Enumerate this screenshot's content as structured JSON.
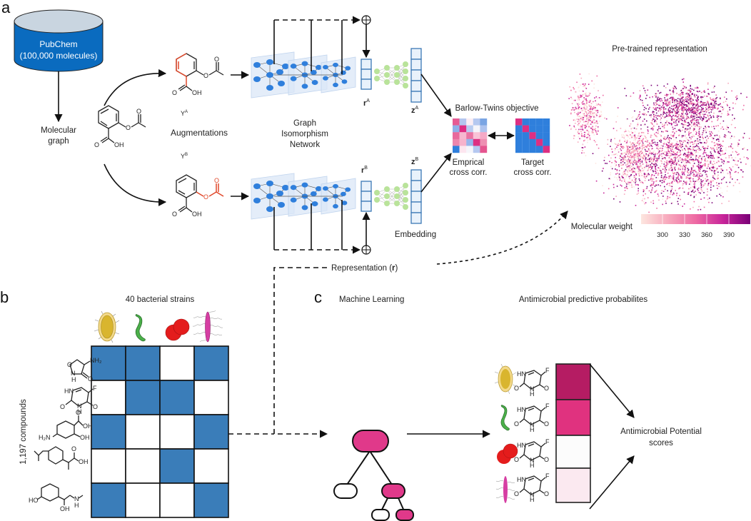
{
  "figure": {
    "panels": {
      "a": "a",
      "b": "b",
      "c": "c"
    }
  },
  "panel_a": {
    "database": {
      "name": "PubChem",
      "subtitle": "(100,000 molecules)",
      "color": "#0a6bbf",
      "top_color": "#c9d5e0"
    },
    "molecular_graph_label": [
      "Molecular",
      "graph"
    ],
    "augmentations_label": "Augmentations",
    "view_a_label": "Y",
    "view_a_sup": "A",
    "view_b_label": "Y",
    "view_b_sup": "B",
    "gin_label": [
      "Graph",
      "Isomorphism",
      "Network"
    ],
    "rep_a_label": "r",
    "rep_a_sup": "A",
    "rep_b_label": "r",
    "rep_b_sup": "B",
    "emb_a_label": "z",
    "emb_a_sup": "A",
    "emb_b_label": "z",
    "emb_b_sup": "B",
    "embedding_label": "Embedding",
    "barlow_title": "Barlow-Twins objective",
    "empirical_label": [
      "Emprical",
      "cross corr."
    ],
    "target_label": [
      "Target",
      "cross corr."
    ],
    "empirical_matrix": [
      [
        "#e65a93",
        "#b4c6ef",
        "#fbeef4",
        "#b5c8f0",
        "#7aa5e3"
      ],
      [
        "#8fb0e8",
        "#de2e83",
        "#b8cbf0",
        "#f5f5fb",
        "#aec3ee"
      ],
      [
        "#e8699c",
        "#f7b7cf",
        "#ea74a3",
        "#f9c3d7",
        "#f5a9c6"
      ],
      [
        "#ec86ad",
        "#f7b3cc",
        "#98b5ea",
        "#dd2f82",
        "#ee8fb2"
      ],
      [
        "#2f7fdc",
        "#fde6ef",
        "#f6f6fb",
        "#b5c8f0",
        "#e5558f"
      ]
    ],
    "target_diag_color": "#dd2f82",
    "target_off_color": "#2f7fdc",
    "representation_label": "Representation (",
    "representation_bold": "r",
    "representation_close": ")",
    "umap_title": "Pre-trained representation",
    "colorbar_label": "Molecular weight",
    "colorbar_ticks": [
      "300",
      "330",
      "360",
      "390"
    ],
    "colorbar_colors": [
      "#fde6df",
      "#f7a8bc",
      "#ee6aa3",
      "#c8259a",
      "#7a0177"
    ]
  },
  "panel_b": {
    "title": "40 bacterial strains",
    "ylabel": "1,197 compounds",
    "strains": [
      "yellow-bacillus",
      "green-spirillum",
      "red-diplococcus",
      "pink-flagellated-rod"
    ],
    "activity_matrix": [
      [
        1,
        1,
        0,
        1
      ],
      [
        0,
        1,
        1,
        0
      ],
      [
        1,
        0,
        0,
        1
      ],
      [
        0,
        0,
        1,
        0
      ],
      [
        1,
        0,
        0,
        1
      ]
    ],
    "active_color": "#3a7db9",
    "inactive_color": "#ffffff",
    "compounds": [
      {
        "name": "cycloserine",
        "labels": [
          "NH₂",
          "O",
          "N",
          "H",
          "O"
        ]
      },
      {
        "name": "fluorouracil",
        "labels": [
          "HN",
          "F",
          "O",
          "N",
          "H",
          "O"
        ]
      },
      {
        "name": "aminosalicylic-acid",
        "labels": [
          "O",
          "OH",
          "H₂N",
          "OH"
        ]
      },
      {
        "name": "ibuprofen",
        "labels": [
          "O",
          "OH"
        ]
      },
      {
        "name": "phenylephrine",
        "labels": [
          "HO",
          "OH",
          "N",
          "H"
        ]
      }
    ]
  },
  "panel_c": {
    "ml_title": "Machine Learning",
    "probs_title": "Antimicrobial predictive probabilites",
    "scores_label": [
      "Antimicrobial Potential",
      "scores"
    ],
    "tree_color": "#e0398a",
    "compound_labels": [
      "HN",
      "F",
      "O",
      "N",
      "H",
      "O"
    ],
    "predicted_probabilities": [
      0.92,
      0.78,
      0.02,
      0.1
    ],
    "score_colors": [
      "#b51c63",
      "#e0327f",
      "#fcfcfc",
      "#fbe9f0"
    ]
  }
}
